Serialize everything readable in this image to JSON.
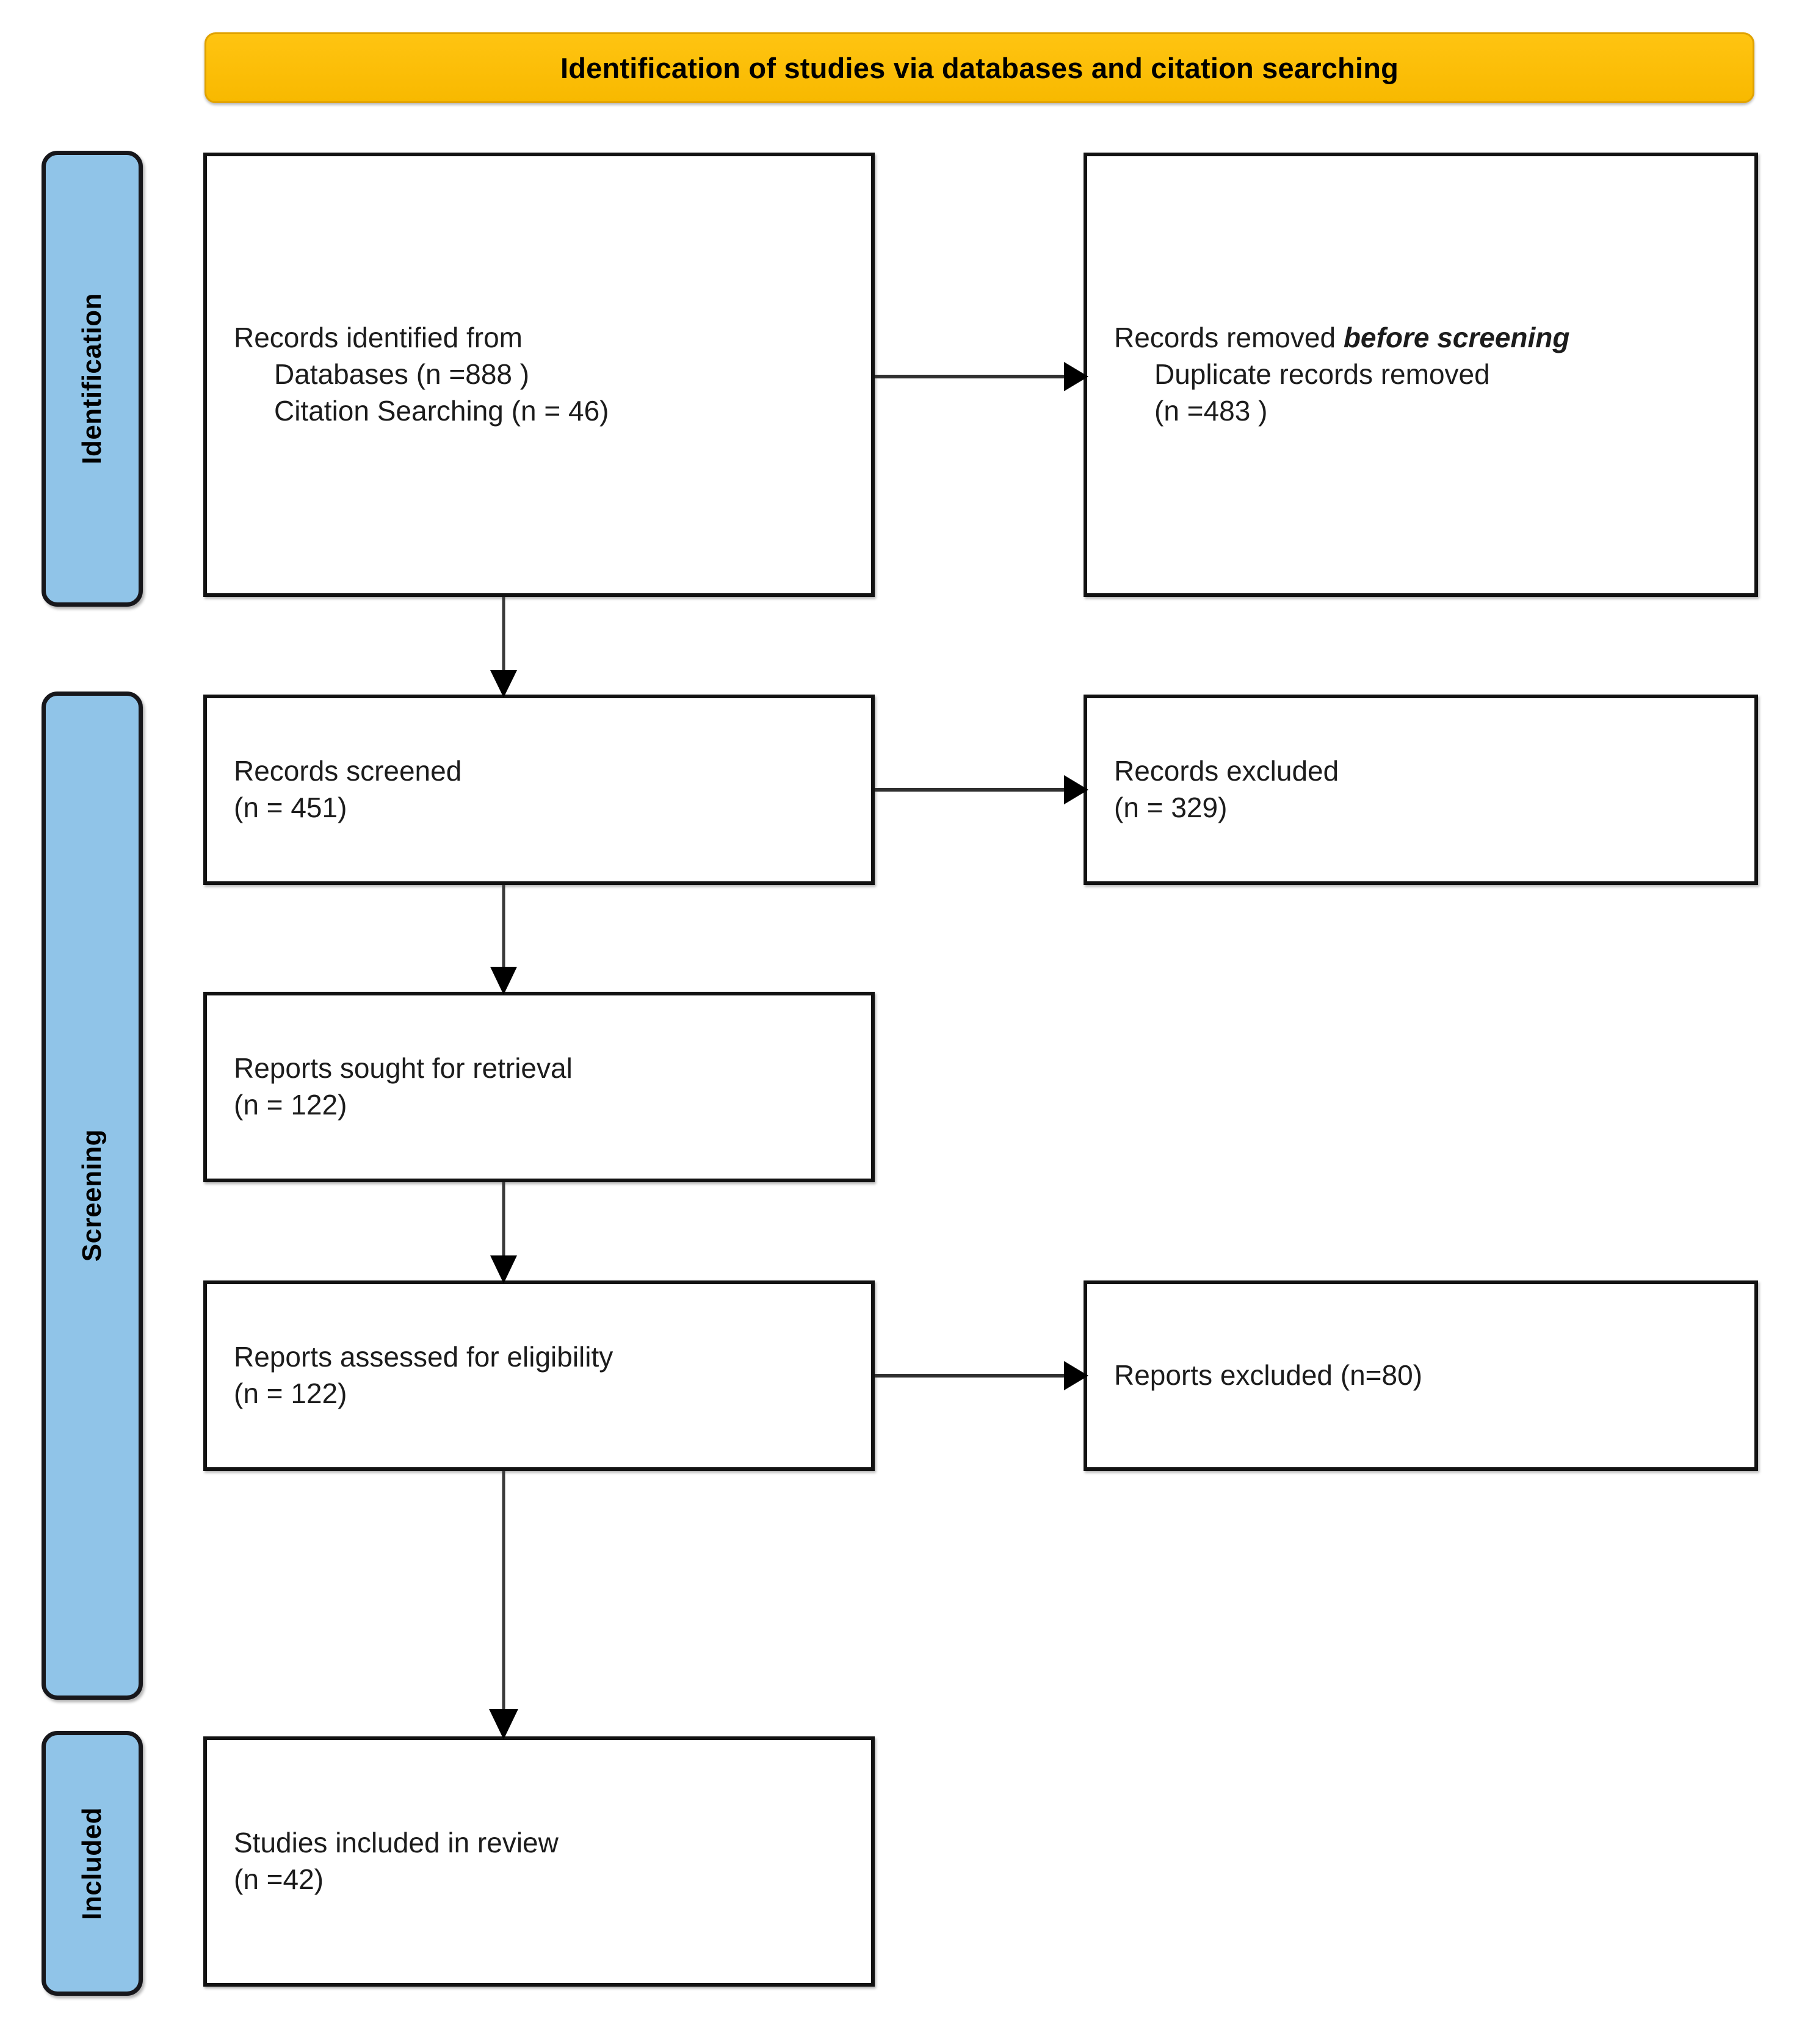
{
  "banner": {
    "title": "Identification of studies via databases and citation searching",
    "fill_color": "#FFC000",
    "text_color": "#000000"
  },
  "stages": [
    {
      "key": "identification",
      "label": "Identification",
      "fill_color": "#90C4E8"
    },
    {
      "key": "screening",
      "label": "Screening",
      "fill_color": "#90C4E8"
    },
    {
      "key": "included",
      "label": "Included",
      "fill_color": "#90C4E8"
    }
  ],
  "boxes": {
    "identified": {
      "line1": "Records identified from",
      "line2": "Databases (n =888 )",
      "line3": "Citation Searching (n = 46)"
    },
    "removed": {
      "line1_prefix": "Records removed ",
      "line1_italic": "before screening",
      "line2": "Duplicate records removed",
      "line3": "(n =483 )"
    },
    "screened": {
      "line1": "Records screened",
      "line2": "(n = 451)"
    },
    "excluded_records": {
      "line1": "Records excluded",
      "line2": "(n = 329)"
    },
    "sought": {
      "line1": "Reports sought for retrieval",
      "line2": "(n = 122)"
    },
    "assessed": {
      "line1": "Reports assessed for eligibility",
      "line2": "(n = 122)"
    },
    "excluded_reports": {
      "line1": "Reports excluded (n=80)"
    },
    "included": {
      "line1": "Studies included in review",
      "line2": "(n =42)"
    }
  },
  "chart_data": {
    "type": "diagram",
    "diagram_kind": "PRISMA 2020 flow diagram",
    "title": "Identification of studies via databases and citation searching",
    "nodes": [
      {
        "id": "identified",
        "stage": "Identification",
        "column": "left",
        "label": "Records identified from Databases (n =888 ) Citation Searching (n = 46)",
        "counts": {
          "databases": 888,
          "citation_searching": 46
        }
      },
      {
        "id": "removed",
        "stage": "Identification",
        "column": "right",
        "label": "Records removed before screening Duplicate records removed (n =483 )",
        "counts": {
          "duplicates_removed": 483
        }
      },
      {
        "id": "screened",
        "stage": "Screening",
        "column": "left",
        "label": "Records screened (n = 451)",
        "counts": {
          "n": 451
        }
      },
      {
        "id": "excluded_records",
        "stage": "Screening",
        "column": "right",
        "label": "Records excluded (n = 329)",
        "counts": {
          "n": 329
        }
      },
      {
        "id": "sought",
        "stage": "Screening",
        "column": "left",
        "label": "Reports sought for retrieval (n = 122)",
        "counts": {
          "n": 122
        }
      },
      {
        "id": "assessed",
        "stage": "Screening",
        "column": "left",
        "label": "Reports assessed for eligibility (n = 122)",
        "counts": {
          "n": 122
        }
      },
      {
        "id": "excluded_reports",
        "stage": "Screening",
        "column": "right",
        "label": "Reports excluded (n=80)",
        "counts": {
          "n": 80
        }
      },
      {
        "id": "included",
        "stage": "Included",
        "column": "left",
        "label": "Studies included in review (n =42)",
        "counts": {
          "n": 42
        }
      }
    ],
    "edges": [
      {
        "from": "identified",
        "to": "removed",
        "direction": "horizontal"
      },
      {
        "from": "identified",
        "to": "screened",
        "direction": "vertical"
      },
      {
        "from": "screened",
        "to": "excluded_records",
        "direction": "horizontal"
      },
      {
        "from": "screened",
        "to": "sought",
        "direction": "vertical"
      },
      {
        "from": "sought",
        "to": "assessed",
        "direction": "vertical"
      },
      {
        "from": "assessed",
        "to": "excluded_reports",
        "direction": "horizontal"
      },
      {
        "from": "assessed",
        "to": "included",
        "direction": "vertical"
      }
    ]
  }
}
